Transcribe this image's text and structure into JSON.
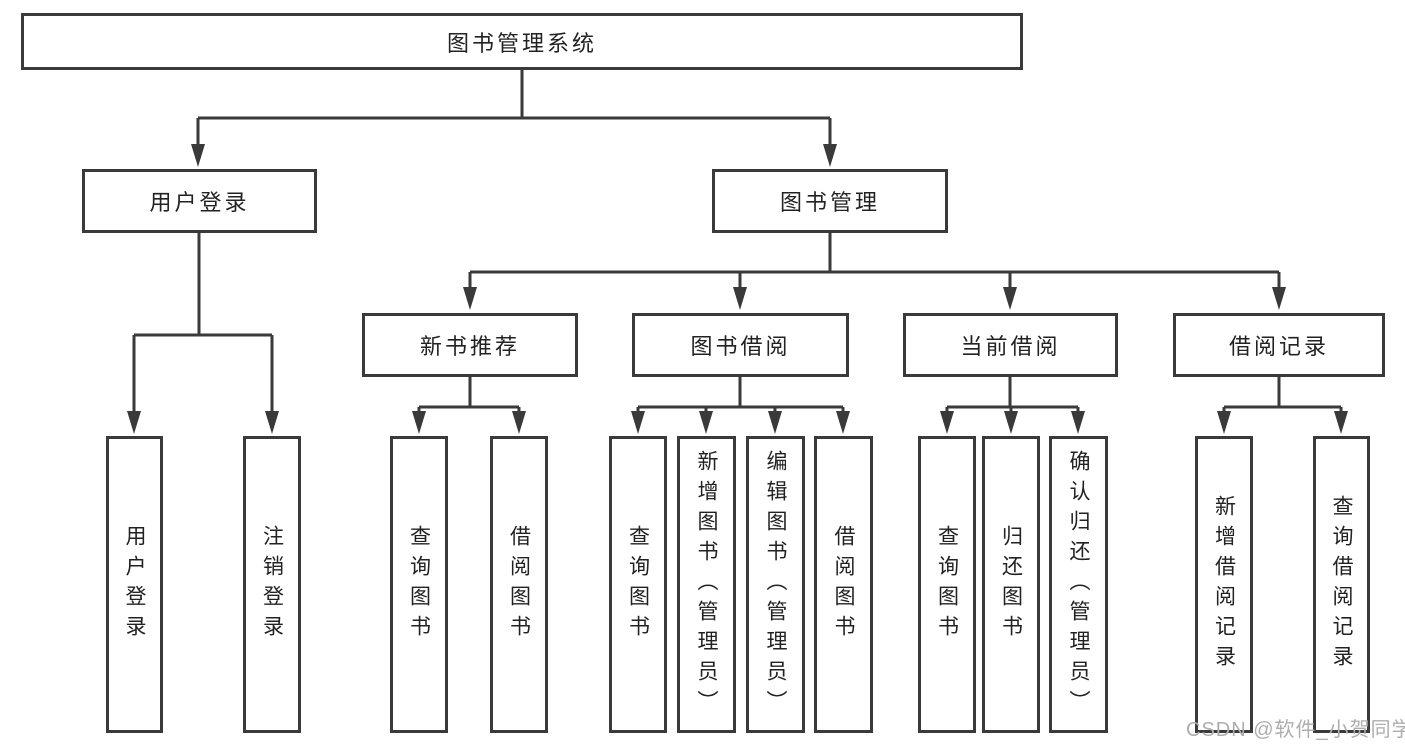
{
  "tree": {
    "label": "图书管理系统",
    "children": [
      {
        "label": "用户登录",
        "children": [
          {
            "label": "用户登录"
          },
          {
            "label": "注销登录"
          }
        ]
      },
      {
        "label": "图书管理",
        "children": [
          {
            "label": "新书推荐",
            "children": [
              {
                "label": "查询图书"
              },
              {
                "label": "借阅图书"
              }
            ]
          },
          {
            "label": "图书借阅",
            "children": [
              {
                "label": "查询图书"
              },
              {
                "label": "新增图书（管理员）"
              },
              {
                "label": "编辑图书（管理员）"
              },
              {
                "label": "借阅图书"
              }
            ]
          },
          {
            "label": "当前借阅",
            "children": [
              {
                "label": "查询图书"
              },
              {
                "label": "归还图书"
              },
              {
                "label": "确认归还（管理员）"
              }
            ]
          },
          {
            "label": "借阅记录",
            "children": [
              {
                "label": "新增借阅记录"
              },
              {
                "label": "查询借阅记录"
              }
            ]
          }
        ]
      }
    ]
  },
  "watermark": {
    "text": "CSDN @软件_小贺同学"
  },
  "colors": {
    "line": "#3a3a3a",
    "text": "#222222",
    "watermark": "#aeaeae",
    "background": "#ffffff"
  }
}
